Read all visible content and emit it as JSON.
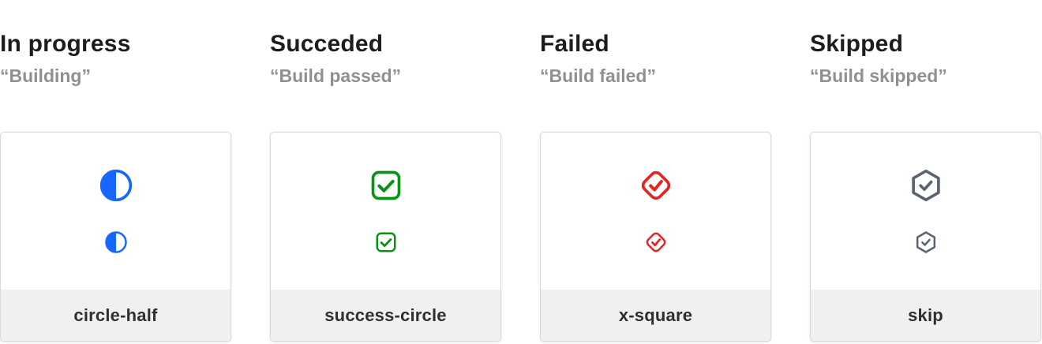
{
  "theme": {
    "page_bg": "#ffffff",
    "heading_color": "#1d1d1f",
    "subtitle_color": "#8f8f94",
    "card_bg": "#ffffff",
    "card_border_color": "#d9d9d9",
    "footer_bg": "#f0f0f0",
    "footer_text_color": "#2f2f31"
  },
  "columns": [
    {
      "title": "In progress",
      "subtitle": "“Building”",
      "icon": "circle-half-icon",
      "icon_color": "#1666ff",
      "label": "circle-half"
    },
    {
      "title": "Succeded",
      "subtitle": "“Build passed”",
      "icon": "check-square-icon",
      "icon_color": "#0a9216",
      "label": "success-circle"
    },
    {
      "title": "Failed",
      "subtitle": "“Build failed”",
      "icon": "check-diamond-icon",
      "icon_color": "#e42521",
      "label": "x-square"
    },
    {
      "title": "Skipped",
      "subtitle": "“Build skipped”",
      "icon": "check-hexagon-icon",
      "icon_color": "#5b6372",
      "label": "skip"
    }
  ]
}
